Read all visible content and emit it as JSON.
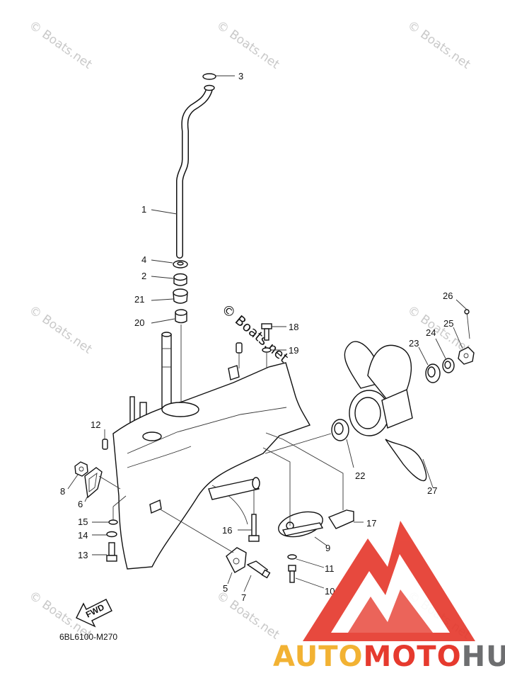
{
  "diagram_code": "6BL6100-M270",
  "fwd_label": "FWD",
  "watermark_text": "© Boats.net",
  "brand": {
    "part1": "AUTO",
    "part2": "MOTO",
    "part3": "HUB",
    "color1": "#f2b233",
    "color2": "#e63a2e",
    "color3": "#6d6e70"
  },
  "callouts": [
    "1",
    "2",
    "3",
    "4",
    "5",
    "6",
    "7",
    "8",
    "9",
    "10",
    "11",
    "12",
    "13",
    "14",
    "15",
    "16",
    "17",
    "18",
    "19",
    "20",
    "21",
    "22",
    "23",
    "24",
    "25",
    "26",
    "27"
  ]
}
